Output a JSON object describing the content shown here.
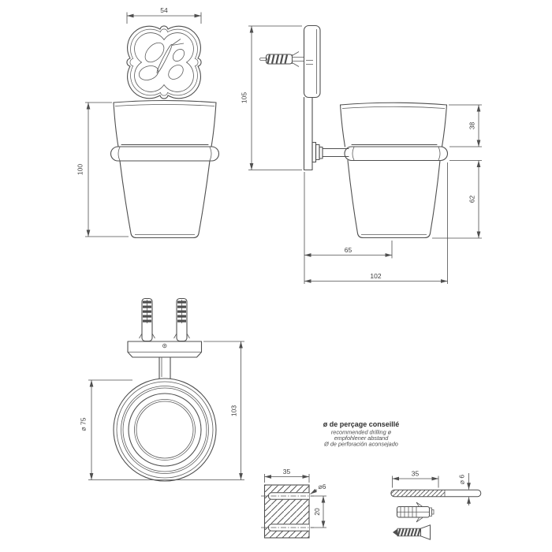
{
  "front_view": {
    "width": "54",
    "height": "100"
  },
  "side_view": {
    "height": "105",
    "upper": "38",
    "lower": "62",
    "center_offset": "65",
    "depth": "102"
  },
  "top_view": {
    "diameter": "⌀ 75",
    "total": "103"
  },
  "note": {
    "title": "ø de perçage conseillé",
    "en": "recommended drilling ø",
    "de": "empfohlener abstand",
    "es": "Ø de perforación aconsejado"
  },
  "wall_section": {
    "width": "35",
    "hole_dia": "⌀6",
    "spacing": "20"
  },
  "drill_detail": {
    "depth": "35",
    "dia": "⌀ 6"
  }
}
